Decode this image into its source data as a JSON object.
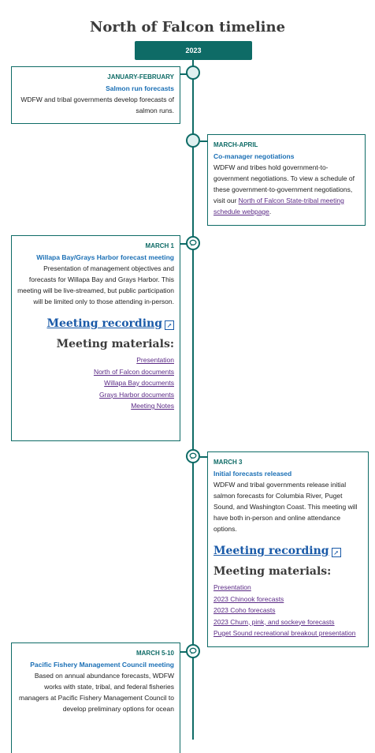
{
  "page": {
    "title": "North of Falcon timeline"
  },
  "year": "2023",
  "events": [
    {
      "date": "JANUARY-FEBRUARY",
      "title": "Salmon run forecasts",
      "desc": "WDFW and tribal governments develop forecasts of salmon runs."
    },
    {
      "date": "MARCH-APRIL",
      "title": "Co-manager negotiations",
      "desc_pre": "WDFW and tribes hold government-to-government negotiations. To view a schedule of these government-to-government negotiations, visit our ",
      "desc_link": "North of Falcon State-tribal meeting schedule webpage",
      "desc_post": "."
    },
    {
      "date": "MARCH 1",
      "title": "Willapa Bay/Grays Harbor forecast meeting",
      "desc": "Presentation of management objectives and forecasts for Willapa Bay and Grays Harbor. This meeting will be live-streamed, but public participation will be limited only to those attending in-person.",
      "recording": "Meeting recording",
      "materials_heading": "Meeting materials:",
      "materials": [
        "Presentation",
        "North of Falcon documents",
        "Willapa Bay documents",
        "Grays Harbor documents",
        "Meeting Notes"
      ]
    },
    {
      "date": "MARCH 3",
      "title": "Initial forecasts released",
      "desc": "WDFW and tribal governments release initial salmon forecasts for Columbia River, Puget Sound, and Washington Coast. This meeting will have both in-person and online attendance options.",
      "recording": "Meeting recording",
      "materials_heading": "Meeting materials:",
      "materials": [
        "Presentation",
        "2023 Chinook forecasts",
        "2023 Coho forecasts",
        "2023 Chum, pink, and sockeye forecasts",
        "Puget Sound recreational breakout presentation"
      ]
    },
    {
      "date": "MARCH 5-10",
      "title": "Pacific Fishery Management Council meeting",
      "desc": "Based on annual abundance forecasts, WDFW works with state, tribal, and federal fisheries managers at Pacific Fishery Management Council to develop preliminary options for ocean"
    }
  ]
}
